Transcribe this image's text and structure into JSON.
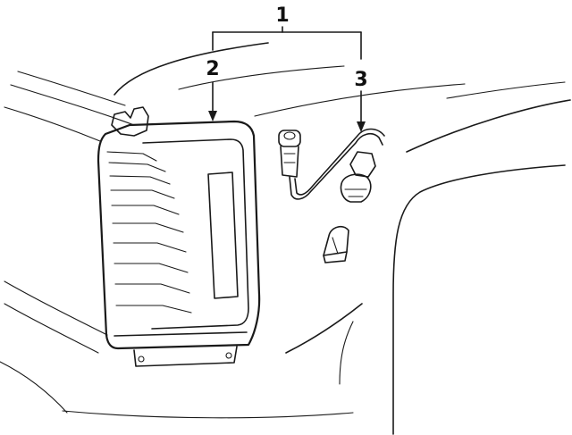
{
  "callouts": {
    "assembly": "1",
    "lamp_housing": "2",
    "socket_wire": "3"
  },
  "colors": {
    "ink": "#1a1a1a",
    "background": "#ffffff"
  }
}
